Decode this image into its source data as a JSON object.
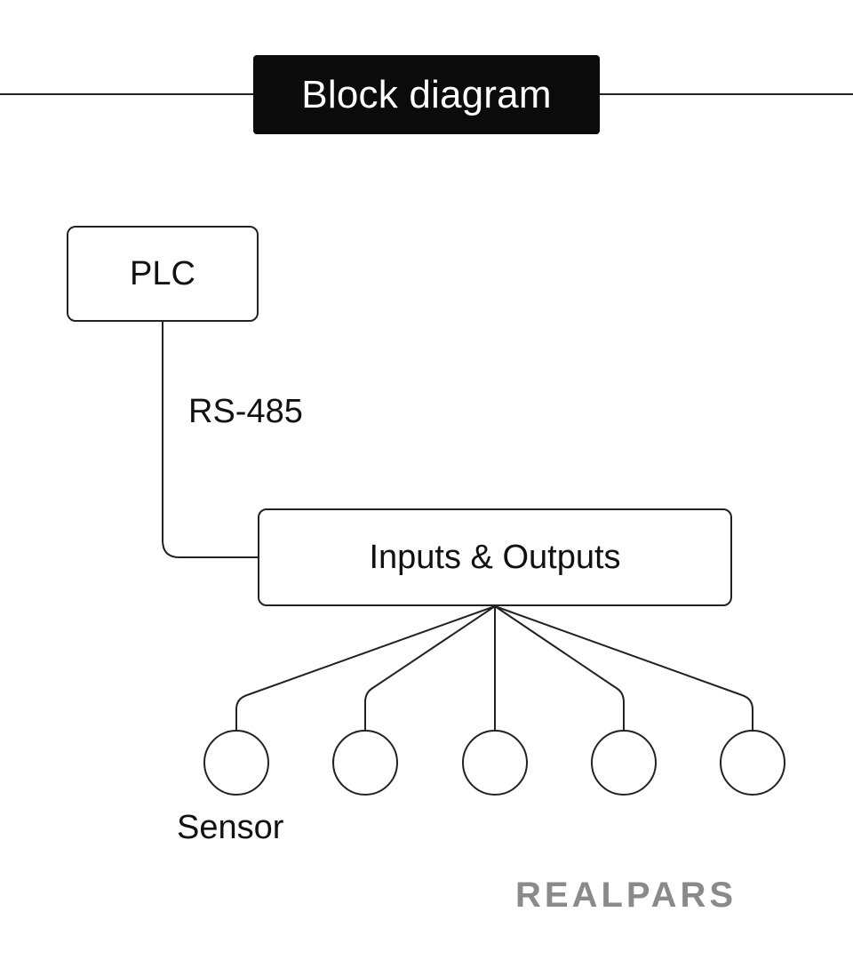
{
  "title": "Block diagram",
  "nodes": {
    "plc": "PLC",
    "io": "Inputs & Outputs",
    "sensor": "Sensor"
  },
  "edge_label": "RS-485",
  "sensor_count": 5,
  "brand": "REALPARS",
  "colors": {
    "title_bg": "#0b0b0b",
    "title_text": "#ffffff",
    "line": "#222222",
    "brand": "#8a8a8a"
  }
}
